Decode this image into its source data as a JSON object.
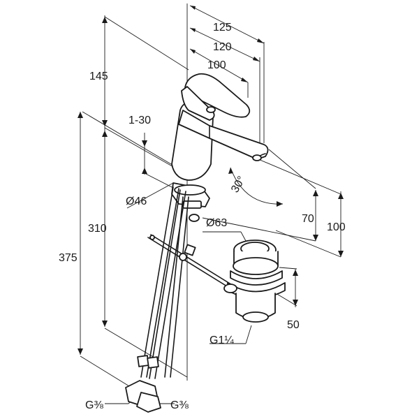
{
  "dimensions": {
    "d125": "125",
    "d120": "120",
    "d100_top": "100",
    "d145": "145",
    "d1_30": "1-30",
    "angle30": "30°",
    "d46": "Ø46",
    "d310": "310",
    "d375": "375",
    "d63": "Ø63",
    "d70": "70",
    "d100_right": "100",
    "d50": "50",
    "g114": "G1¼",
    "g38_left": "G⅜",
    "g38_right": "G⅜"
  }
}
